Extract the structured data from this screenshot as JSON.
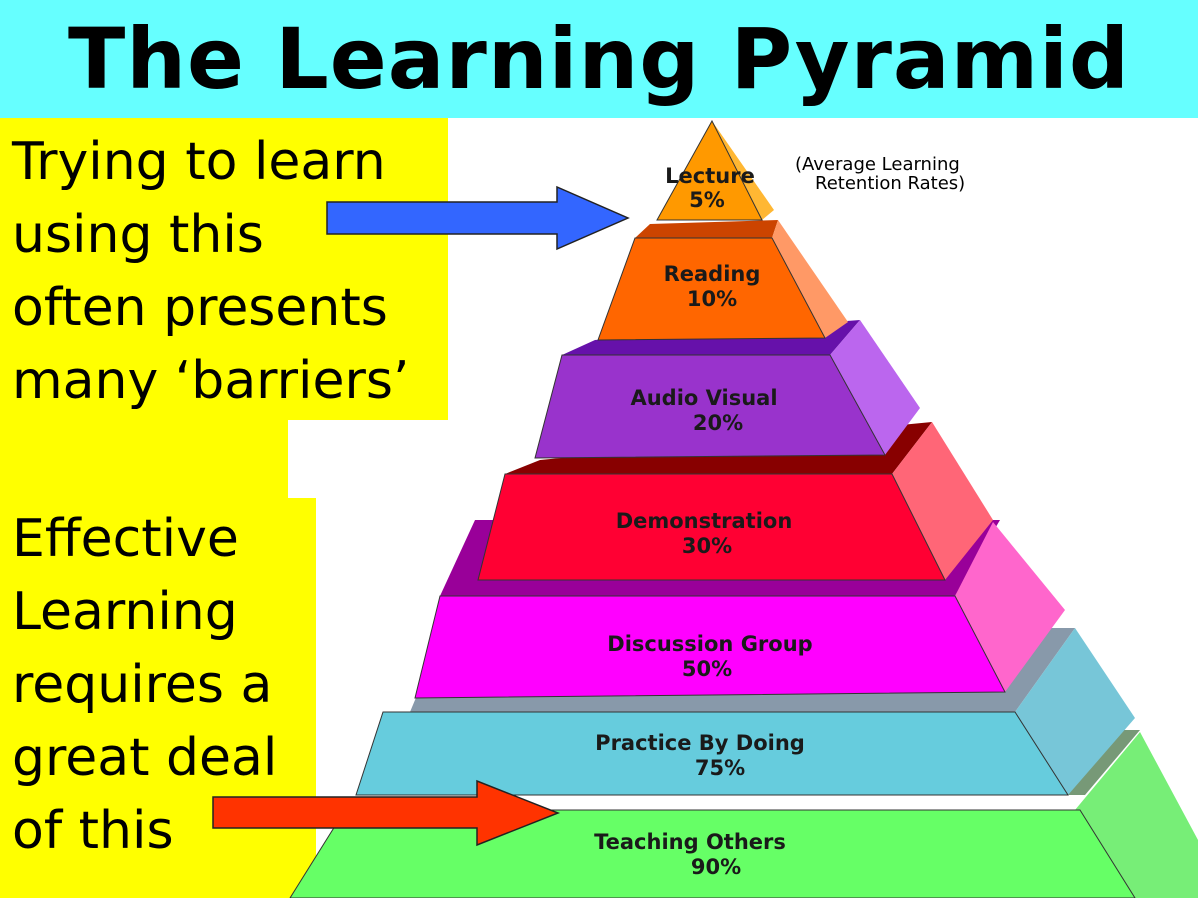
{
  "title": "The Learning Pyramid",
  "caption": {
    "line1": "(Average Learning",
    "line2": "Retention Rates)"
  },
  "left_text_top": "Trying to learn\nusing this\noften presents\nmany ‘barriers’",
  "left_text_bottom": "Effective\nLearning\nrequires a\ngreat deal\nof this",
  "colors": {
    "title_bg": "#66ffff",
    "panel_bg": "#ffff00",
    "arrow_top": "#3366ff",
    "arrow_bottom": "#ff3300"
  },
  "levels": [
    {
      "name": "Lecture",
      "value": "5%",
      "front": "#ff9900",
      "side": "#ffb733",
      "top": "#cc7700"
    },
    {
      "name": "Reading",
      "value": "10%",
      "front": "#ff6600",
      "side": "#ff9966",
      "top": "#cc4400"
    },
    {
      "name": "Audio Visual",
      "value": "20%",
      "front": "#9933cc",
      "side": "#bb66ee",
      "top": "#6611aa"
    },
    {
      "name": "Demonstration",
      "value": "30%",
      "front": "#ff0033",
      "side": "#ff6677",
      "top": "#880000"
    },
    {
      "name": "Discussion Group",
      "value": "50%",
      "front": "#ff00ff",
      "side": "#ff66cc",
      "top": "#990099"
    },
    {
      "name": "Practice By Doing",
      "value": "75%",
      "front": "#66ccdd",
      "side": "#77c6d8",
      "top": "#8899aa"
    },
    {
      "name": "Teaching Others",
      "value": "90%",
      "front": "#66ff66",
      "side": "#77ee77",
      "top": "#779977"
    }
  ]
}
